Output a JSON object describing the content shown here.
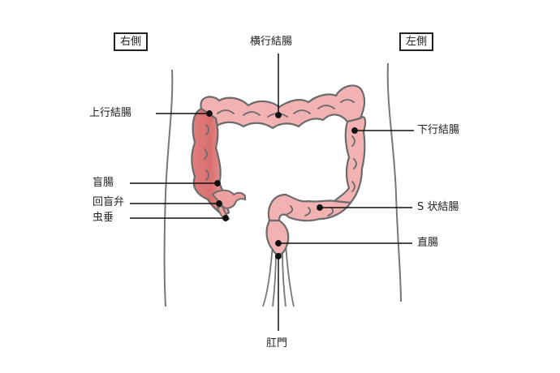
{
  "side_labels": {
    "right": "右側",
    "left": "左側"
  },
  "labels": {
    "transverse_colon": "横行結腸",
    "ascending_colon": "上行結腸",
    "descending_colon": "下行結腸",
    "cecum": "盲腸",
    "ileocecal_valve": "回盲弁",
    "appendix": "虫垂",
    "sigmoid_colon": "S 状結腸",
    "rectum": "直腸",
    "anus": "肛門"
  },
  "colors": {
    "outline": "#666666",
    "colon_fill": "#f1a9a9",
    "colon_inner": "#e88a8a",
    "leader": "#111111"
  }
}
